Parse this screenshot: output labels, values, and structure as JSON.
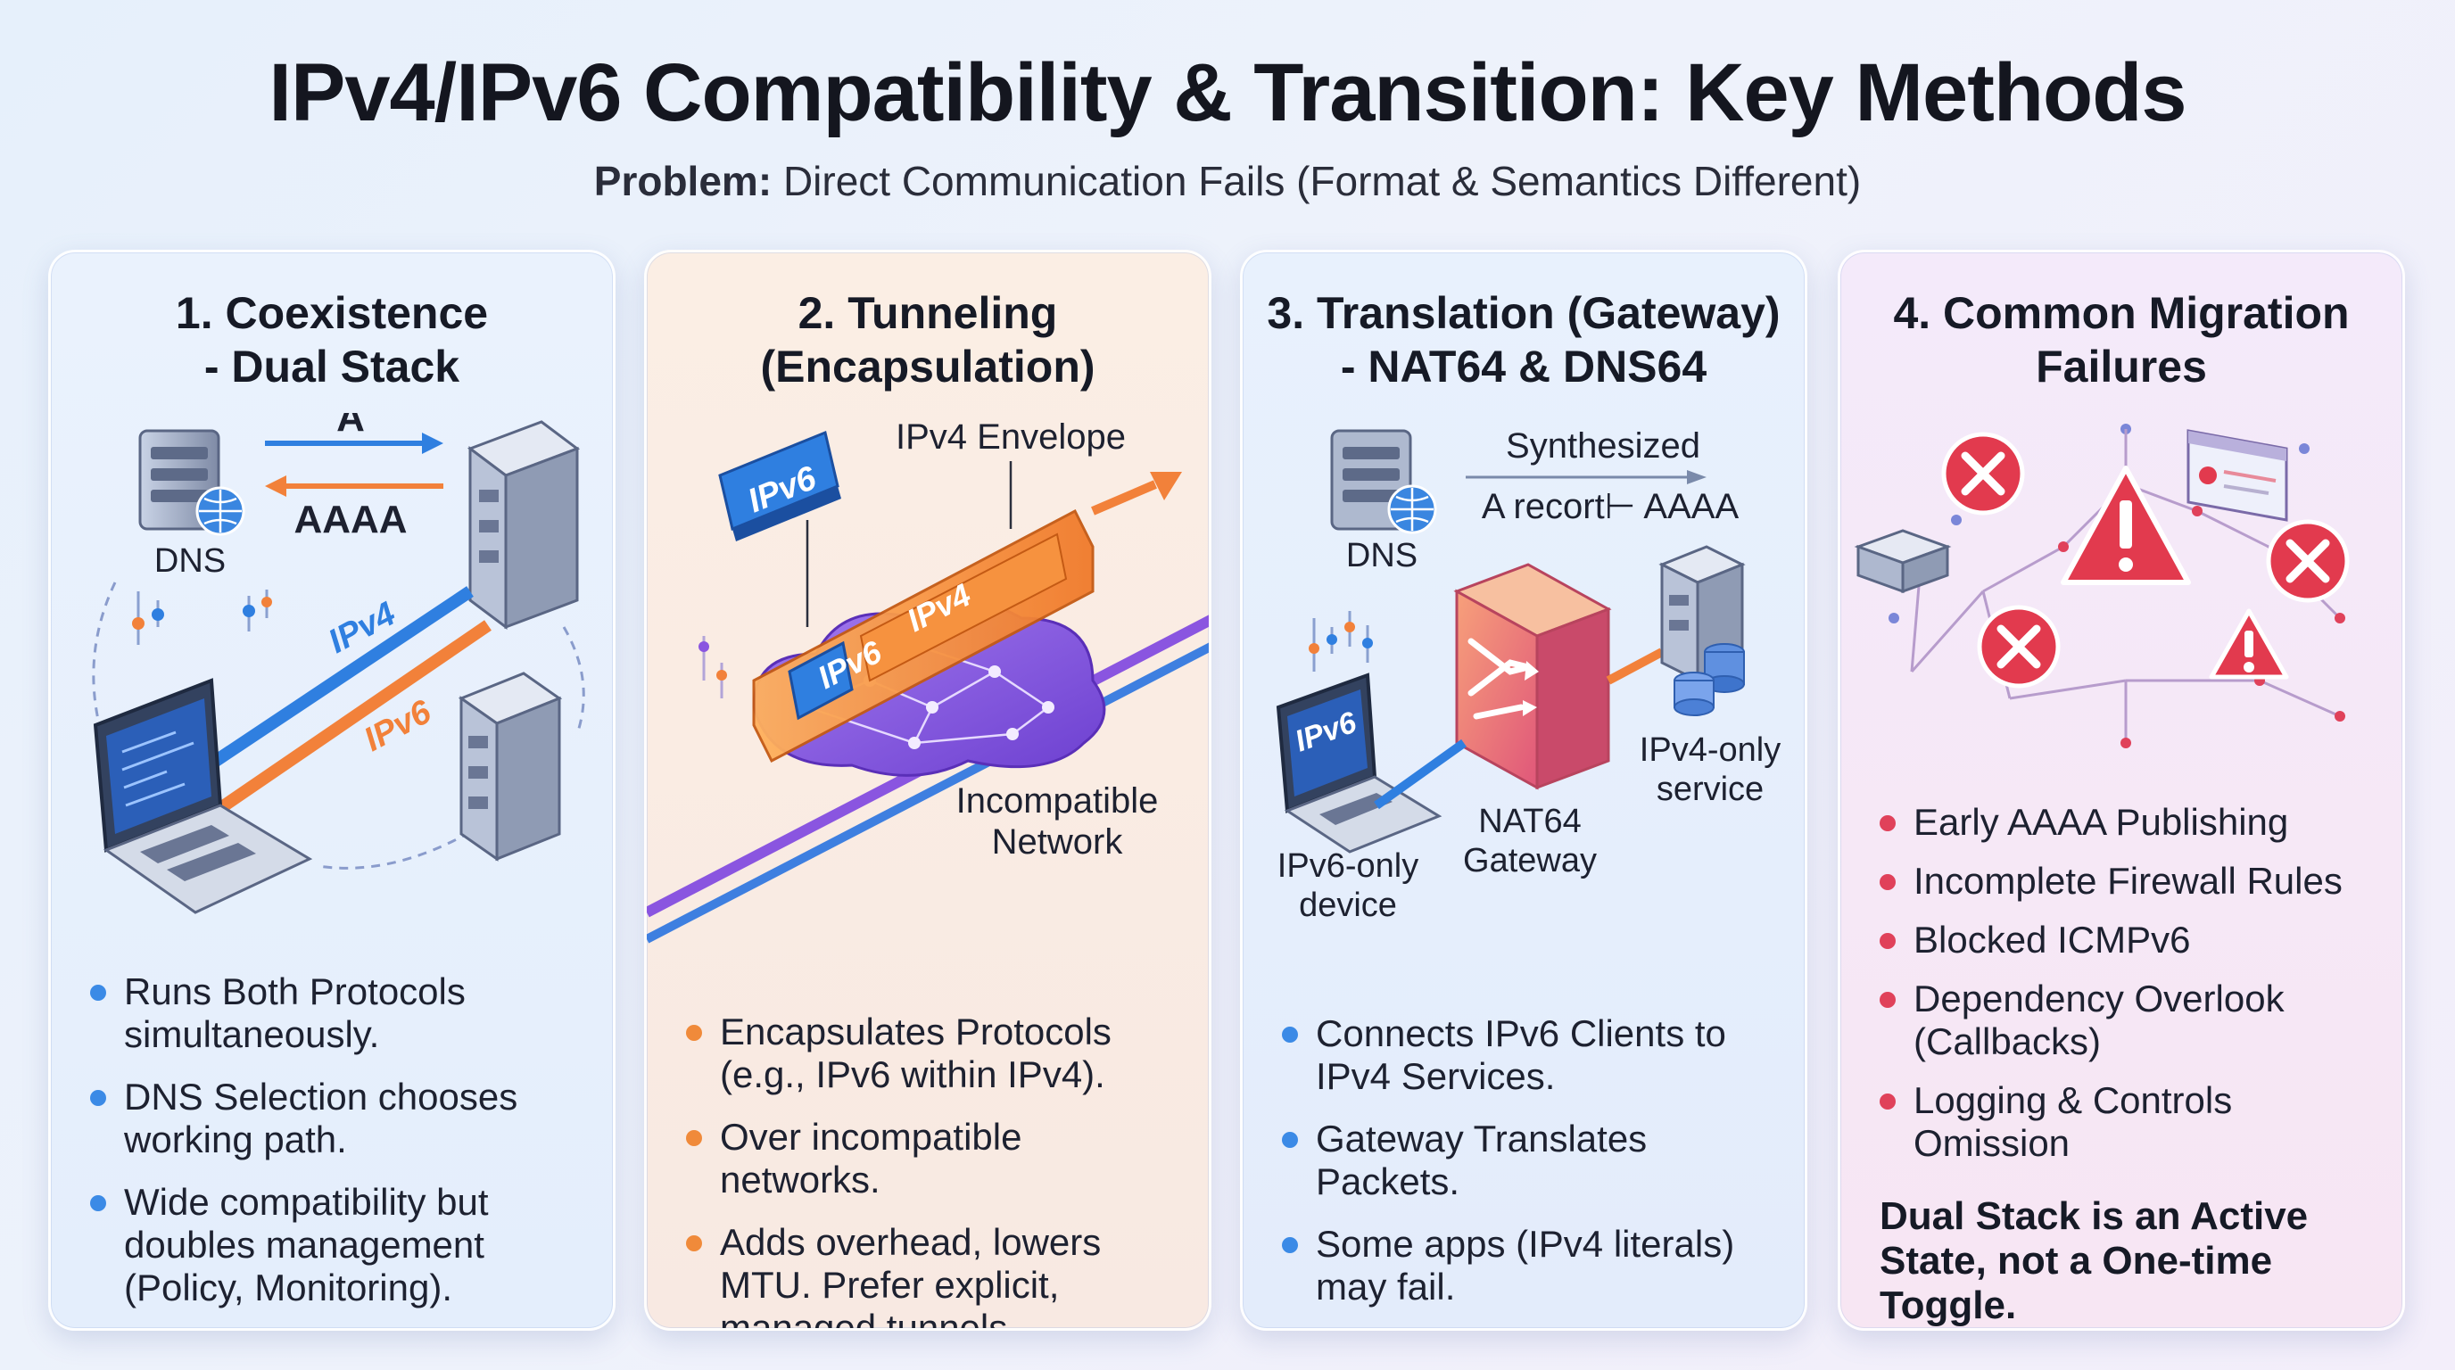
{
  "title": "IPv4/IPv6 Compatibility & Transition: Key Methods",
  "subtitle": {
    "label": "Problem:",
    "text": "Direct Communication Fails (Format & Semantics Different)"
  },
  "panels": [
    {
      "title_line1": "1. Coexistence",
      "title_line2": "- Dual Stack",
      "labels": {
        "a": "A",
        "aaaa": "AAAA",
        "dns": "DNS",
        "ipv4": "IPv4",
        "ipv6": "IPv6"
      },
      "bullets": [
        "Runs Both Protocols simultaneously.",
        "DNS Selection chooses working path.",
        "Wide compatibility but doubles management (Policy, Monitoring)."
      ]
    },
    {
      "title_line1": "2. Tunneling",
      "title_line2": "(Encapsulation)",
      "labels": {
        "envelope": "IPv4 Envelope",
        "ipv6_box": "IPv6",
        "inner_ipv6": "IPv6",
        "inner_ipv4": "IPv4",
        "network_line1": "Incompatible",
        "network_line2": "Network"
      },
      "bullets": [
        "Encapsulates Protocols (e.g., IPv6 within IPv4).",
        "Over incompatible networks.",
        "Adds overhead, lowers MTU. Prefer explicit, managed tunnels."
      ]
    },
    {
      "title_line1": "3. Translation (Gateway)",
      "title_line2": "- NAT64 & DNS64",
      "labels": {
        "synth_line1": "Synthesized",
        "synth_line2": "A recort⊢ AAAA",
        "dns": "DNS",
        "laptop": "IPv6",
        "device_line1": "IPv6-only",
        "device_line2": "device",
        "gateway_line1": "NAT64",
        "gateway_line2": "Gateway",
        "service_line1": "IPv4-only",
        "service_line2": "service"
      },
      "bullets": [
        "Connects IPv6 Clients to IPv4 Services.",
        "Gateway Translates Packets.",
        "Some apps (IPv4 literals) may fail."
      ]
    },
    {
      "title_line1": "4. Common Migration",
      "title_line2": "Failures",
      "bullets": [
        "Early AAAA Publishing",
        "Incomplete Firewall Rules",
        "Blocked ICMPv6",
        "Dependency Overlook (Callbacks)",
        "Logging & Controls Omission"
      ],
      "note": "Dual Stack is an Active State, not a One-time Toggle."
    }
  ],
  "colors": {
    "ipv4_blue": "#2f7fe0",
    "ipv6_orange": "#f2813a",
    "network_purple": "#8a55e0",
    "alert_red": "#e23a4e"
  }
}
